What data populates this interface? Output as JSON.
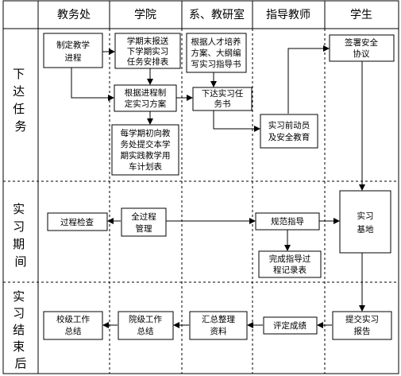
{
  "lanes": [
    {
      "label": "教务处"
    },
    {
      "label": "学院"
    },
    {
      "label": "系、教研室"
    },
    {
      "label": "指导教师"
    },
    {
      "label": "学生"
    }
  ],
  "phases": [
    {
      "label": [
        "下",
        "达",
        "任",
        "务"
      ]
    },
    {
      "label": [
        "实",
        "习",
        "期",
        "间"
      ]
    },
    {
      "label": [
        "实",
        "习",
        "结",
        "束",
        "后"
      ]
    }
  ],
  "nodes": [
    {
      "id": "n1",
      "lines": [
        "制定教学",
        "进程"
      ]
    },
    {
      "id": "n2",
      "lines": [
        "学期末报送",
        "下学期实习",
        "任务安排表"
      ]
    },
    {
      "id": "n3",
      "lines": [
        "根据人才培养",
        "方案、大纲编",
        "写实习指导书"
      ]
    },
    {
      "id": "n4",
      "lines": [
        "签署安全",
        "协议"
      ]
    },
    {
      "id": "n5",
      "lines": [
        "根据进程制",
        "定实习方案"
      ]
    },
    {
      "id": "n6",
      "lines": [
        "下达实习任",
        "务书"
      ]
    },
    {
      "id": "n7",
      "lines": [
        "实习前动员",
        "及安全教育"
      ]
    },
    {
      "id": "n8",
      "lines": [
        "每学期初向教",
        "务处提交本学",
        "期实践教学用",
        "车计划表"
      ]
    },
    {
      "id": "n9",
      "lines": [
        "过程检查"
      ]
    },
    {
      "id": "n10",
      "lines": [
        "全过程",
        "管理"
      ]
    },
    {
      "id": "n11",
      "lines": [
        "规范指导"
      ]
    },
    {
      "id": "n12",
      "lines": [
        "实习",
        "基地"
      ]
    },
    {
      "id": "n13",
      "lines": [
        "完成指导过",
        "程记录表"
      ]
    },
    {
      "id": "n14",
      "lines": [
        "校级工作",
        "总结"
      ]
    },
    {
      "id": "n15",
      "lines": [
        "院级工作",
        "总结"
      ]
    },
    {
      "id": "n16",
      "lines": [
        "汇总整理",
        "资料"
      ]
    },
    {
      "id": "n17",
      "lines": [
        "评定成绩"
      ]
    },
    {
      "id": "n18",
      "lines": [
        "提交实习",
        "报告"
      ]
    }
  ]
}
